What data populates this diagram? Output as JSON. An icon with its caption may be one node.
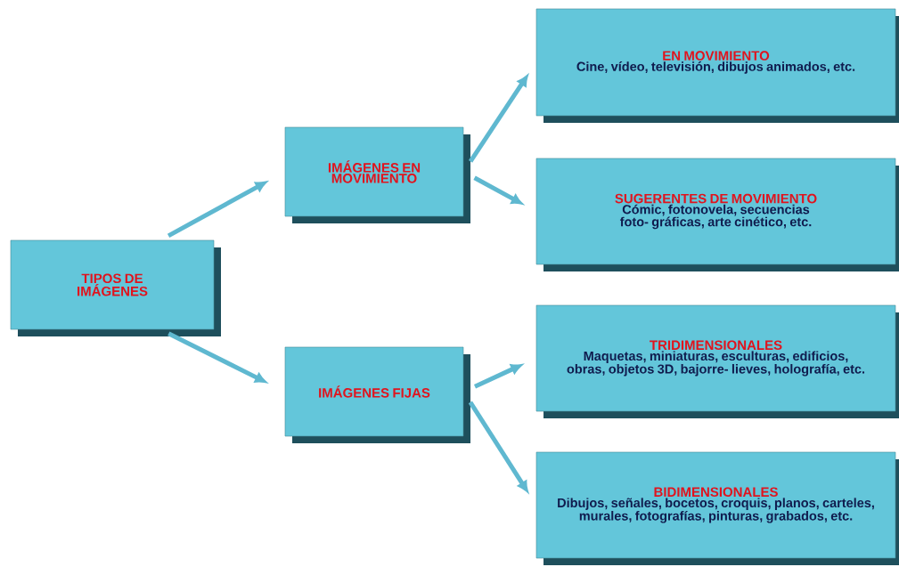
{
  "diagram": {
    "nodes": [
      {
        "text": [
          "TIPOS DE IMÁGENES"
        ]
      },
      {
        "text": [
          "IMÁGENES EN MOVIMIENTO"
        ]
      },
      {
        "text": [
          "IMÁGENES FIJAS"
        ]
      },
      {
        "text": [
          "EN MOVIMIENTO",
          "Cine, vídeo, televisión, dibujos animados, etc."
        ]
      },
      {
        "text": [
          "SUGERENTES DE MOVIMIENTO",
          "Cómic, fotonovela, secuencias foto- gráficas, arte cinético, etc."
        ]
      },
      {
        "text": [
          "TRIDIMENSIONALES",
          "Maquetas, miniaturas, esculturas, edificios, obras, objetos 3D, bajorre- lieves, holografía, etc."
        ]
      },
      {
        "text": [
          "BIDIMENSIONALES",
          "Dibujos, señales, bocetos, croquis, planos, carteles, murales, fotografías, pinturas, grabados, etc."
        ]
      }
    ],
    "edges": [
      {
        "from": 0,
        "to": 1,
        "arrow": "to"
      },
      {
        "from": 0,
        "to": 2,
        "arrow": "to"
      },
      {
        "from": 1,
        "to": 3,
        "arrow": "to"
      },
      {
        "from": 1,
        "to": 4,
        "arrow": "to"
      },
      {
        "from": 2,
        "to": 5,
        "arrow": "to"
      },
      {
        "from": 2,
        "to": 6,
        "arrow": "to"
      }
    ]
  }
}
